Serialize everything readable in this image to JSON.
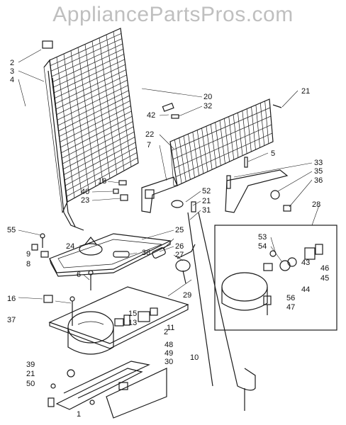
{
  "watermark": "AppliancePartsPros.com",
  "callouts": [
    "2",
    "3",
    "4",
    "20",
    "32",
    "21",
    "42",
    "22",
    "7",
    "5",
    "33",
    "35",
    "36",
    "18",
    "40",
    "23",
    "52",
    "21",
    "31",
    "28",
    "55",
    "24",
    "25",
    "26",
    "38",
    "9",
    "8",
    "27",
    "53",
    "54",
    "6",
    "46",
    "43",
    "44",
    "45",
    "56",
    "47",
    "16",
    "37",
    "15",
    "13",
    "11",
    "2",
    "29",
    "10",
    "48",
    "49",
    "39",
    "21",
    "30",
    "50",
    "1"
  ]
}
